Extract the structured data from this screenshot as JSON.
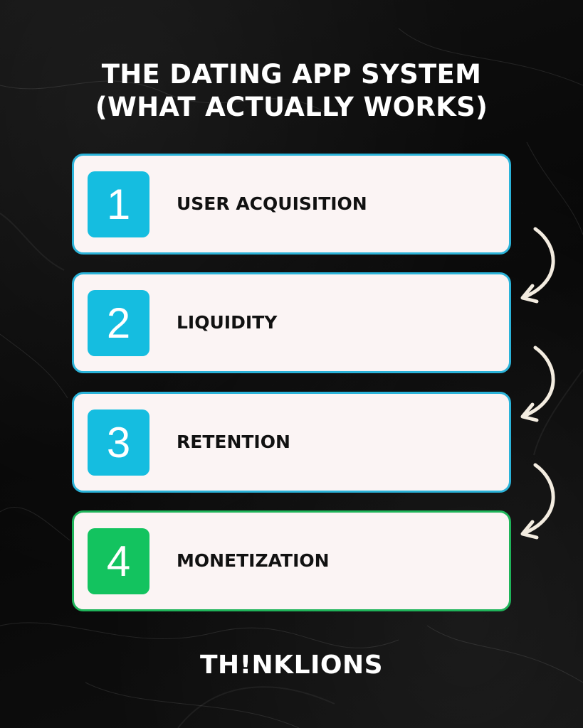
{
  "title": {
    "line1": "THE DATING APP SYSTEM",
    "line2": "(WHAT ACTUALLY WORKS)"
  },
  "steps": [
    {
      "number": "1",
      "label": "USER ACQUISITION"
    },
    {
      "number": "2",
      "label": "LIQUIDITY"
    },
    {
      "number": "3",
      "label": "RETENTION"
    },
    {
      "number": "4",
      "label": "MONETIZATION"
    }
  ],
  "brand": "TH!NKLIONS",
  "colors": {
    "accent_blue": "#15bde0",
    "accent_green": "#13c35f",
    "card_bg": "#fbf4f4",
    "arrow": "#f3ece0"
  },
  "icons": [
    "curved-arrow-icon",
    "curved-arrow-icon",
    "curved-arrow-icon"
  ]
}
